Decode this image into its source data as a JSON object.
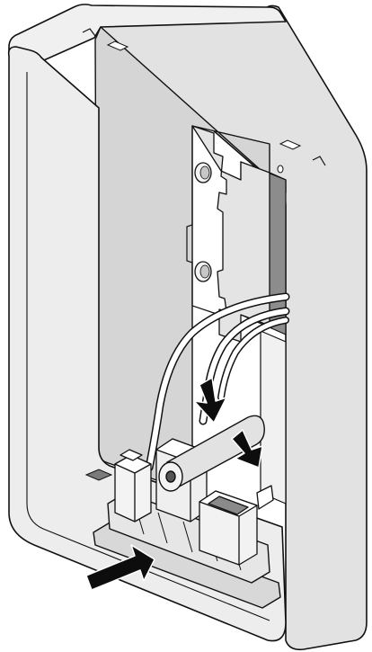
{
  "illustration": {
    "subject": "enclosure-cable-installation",
    "arrows": [
      {
        "kind": "press-down",
        "count": 2
      },
      {
        "kind": "push-in",
        "count": 1
      }
    ]
  },
  "palette": {
    "outline": "#111111",
    "housing": "#e9e9e9",
    "housing_light": "#f6f6f6",
    "back_panel": "#d6d6d6",
    "shadow": "#9d9d9d",
    "dark": "#7a7a7a",
    "arrow": "#0d0d0d",
    "cable": "#ffffff"
  }
}
